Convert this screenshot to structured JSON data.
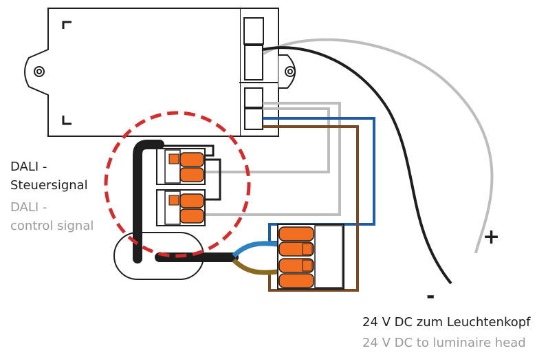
{
  "labels": {
    "dali_de_line1": "DALI -",
    "dali_de_line2": "Steuersignal",
    "dali_en_line1": "DALI -",
    "dali_en_line2": "control signal",
    "plus_sign": "+",
    "minus_sign": "-",
    "power_de": "24 V DC zum Leuchtenkopf",
    "power_en": "24 V DC to luminaire head"
  },
  "colors": {
    "wire_black": "#1e1e1e",
    "wire_grey": "#bdbdbd",
    "wire_blue": "#1f5aa6",
    "wire_brown": "#7a4a25",
    "terminal_orange": "#f26f21",
    "highlight_red": "#d52b2b",
    "label_dark": "#1e1e1e",
    "label_grey": "#9a9a9a"
  },
  "icons": {
    "module": "driver-module-icon",
    "connector": "wago-terminal-icon",
    "highlight": "dashed-circle-icon"
  }
}
